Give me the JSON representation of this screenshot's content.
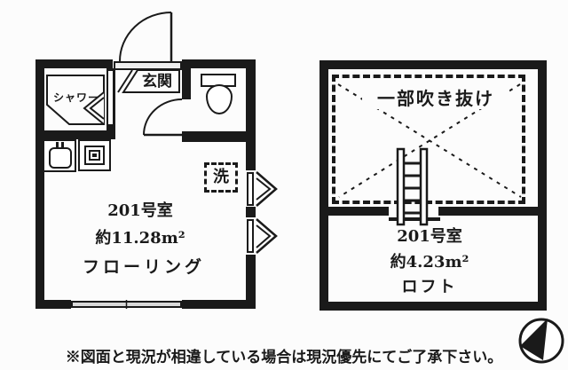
{
  "colors": {
    "ink": "#1a1a1a",
    "background": "#fcfcfc",
    "window_glass": "#d9d9d9"
  },
  "main_floor": {
    "entrance_label": "玄関",
    "shower_label": "シャワー",
    "laundry_label": "洗",
    "room_name": "201号室",
    "room_area": "約11.28m²",
    "room_finish": "フローリング"
  },
  "loft_floor": {
    "void_label": "一部吹き抜け",
    "room_name": "201号室",
    "room_area": "約4.23m²",
    "room_label": "ロフト"
  },
  "footer": {
    "disclaimer": "※図面と現況が相違している場合は現況優先にてご了承下さい。"
  },
  "icons": {
    "north_arrow": "north-arrow",
    "ladder": "loft-ladder",
    "toilet": "toilet",
    "sink": "kitchen-sink",
    "stove": "stove-burner"
  }
}
